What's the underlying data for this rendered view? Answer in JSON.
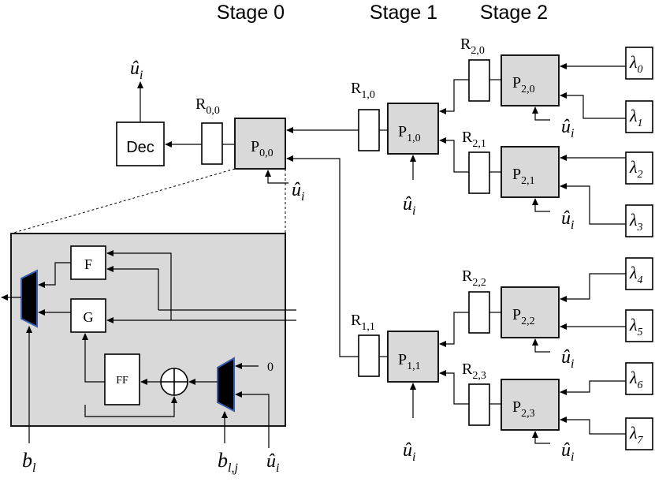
{
  "stages": [
    "Stage 0",
    "Stage 1",
    "Stage 2"
  ],
  "processors": {
    "p00": "P",
    "p00_sub": "0,0",
    "p10": "P",
    "p10_sub": "1,0",
    "p11": "P",
    "p11_sub": "1,1",
    "p20": "P",
    "p20_sub": "2,0",
    "p21": "P",
    "p21_sub": "2,1",
    "p22": "P",
    "p22_sub": "2,2",
    "p23": "P",
    "p23_sub": "2,3"
  },
  "registers": {
    "r00": "R",
    "r00_sub": "0,0",
    "r10": "R",
    "r10_sub": "1,0",
    "r11": "R",
    "r11_sub": "1,1",
    "r20": "R",
    "r20_sub": "2,0",
    "r21": "R",
    "r21_sub": "2,1",
    "r22": "R",
    "r22_sub": "2,2",
    "r23": "R",
    "r23_sub": "2,3"
  },
  "decoder": "Dec",
  "llr": {
    "base": "λ",
    "subs": [
      "0",
      "1",
      "2",
      "3",
      "4",
      "5",
      "6",
      "7"
    ]
  },
  "u_hat": {
    "base": "û",
    "sub": "i"
  },
  "detail": {
    "f_label": "F",
    "g_label": "G",
    "ff_label": "FF",
    "zero_label": "0",
    "b_l": {
      "base": "b",
      "sub": "l"
    },
    "b_lj": {
      "base": "b",
      "sub": "l,j"
    }
  }
}
